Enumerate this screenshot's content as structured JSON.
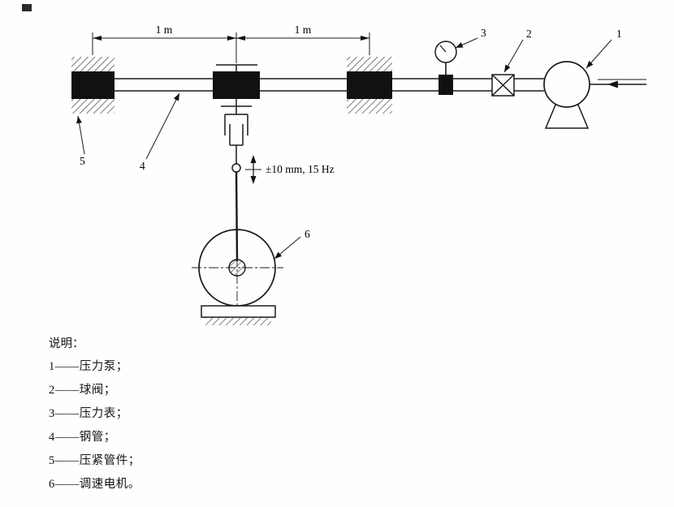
{
  "figure": {
    "dim_left": "1 m",
    "dim_right": "1 m",
    "vibration": "±10 mm, 15 Hz",
    "labels": {
      "pump": "1",
      "valve": "2",
      "gauge": "3",
      "pipe": "4",
      "clamp": "5",
      "motor": "6"
    }
  },
  "legend": {
    "title": "说明：",
    "items": [
      "1——压力泵；",
      "2——球阀；",
      "3——压力表；",
      "4——钢管；",
      "5——压紧管件；",
      "6——调速电机。"
    ]
  }
}
